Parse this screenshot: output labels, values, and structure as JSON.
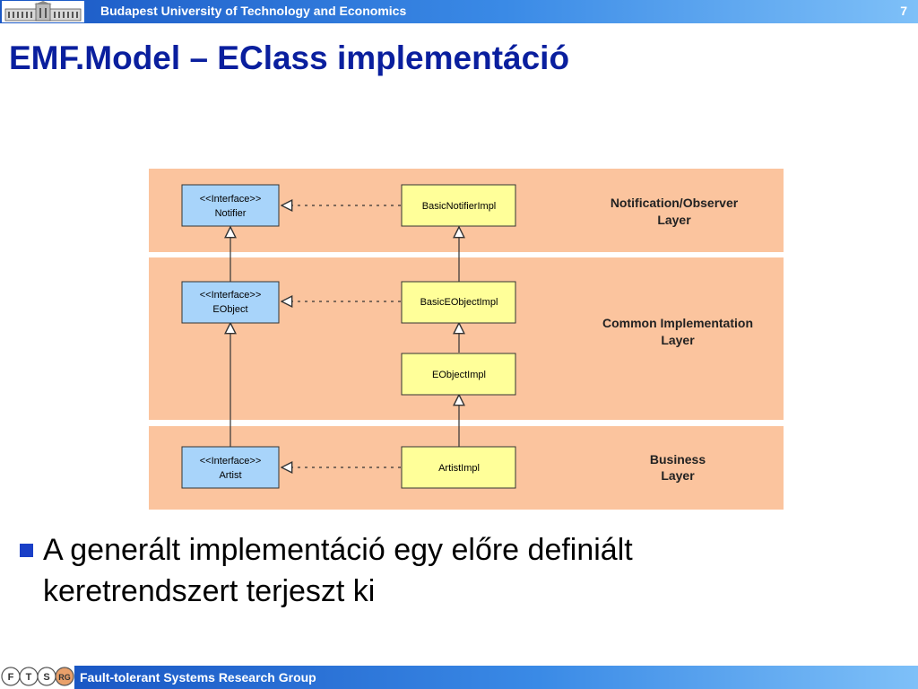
{
  "header": {
    "university": "Budapest University of Technology and Economics",
    "page_number": "7"
  },
  "title": "EMF.Model – EClass implementáció",
  "diagram": {
    "layers": [
      {
        "name_line1": "Notification/Observer",
        "name_line2": "Layer"
      },
      {
        "name_line1": "Common Implementation",
        "name_line2": "Layer"
      },
      {
        "name_line1": "Business",
        "name_line2": "Layer"
      }
    ],
    "interfaces": [
      {
        "stereotype": "<<Interface>>",
        "name": "Notifier"
      },
      {
        "stereotype": "<<Interface>>",
        "name": "EObject"
      },
      {
        "stereotype": "<<Interface>>",
        "name": "Artist"
      }
    ],
    "classes": [
      {
        "name": "BasicNotifierImpl"
      },
      {
        "name": "BasicEObjectImpl"
      },
      {
        "name": "EObjectImpl"
      },
      {
        "name": "ArtistImpl"
      }
    ],
    "colors": {
      "layer": "#fbc49e",
      "interface": "#a8d4fa",
      "class": "#ffff99"
    }
  },
  "bullets": [
    {
      "line1": "A generált implementáció egy előre definiált",
      "line2": "keretrendszert terjeszt ki"
    }
  ],
  "footer": {
    "group": "Fault-tolerant Systems Research Group",
    "logo_letters": [
      "F",
      "T",
      "S",
      "RG"
    ]
  }
}
